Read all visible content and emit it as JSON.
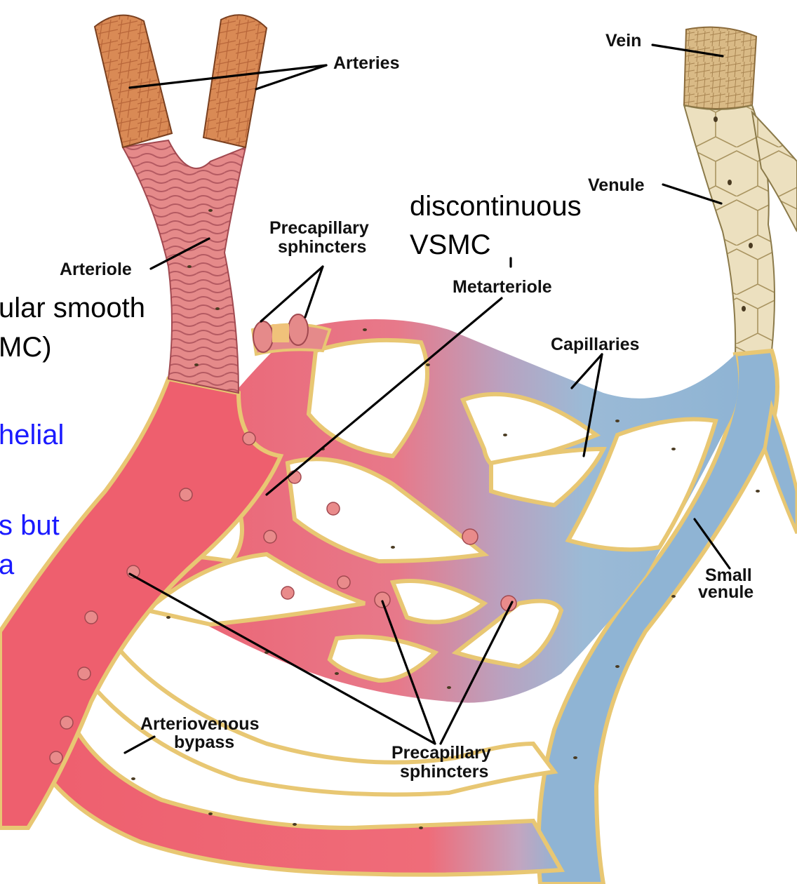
{
  "labels": {
    "arteries": "Arteries",
    "vein": "Vein",
    "venule": "Venule",
    "arteriole": "Arteriole",
    "precap_top_line1": "Precapillary",
    "precap_top_line2": "sphincters",
    "metarteriole": "Metarteriole",
    "capillaries": "Capillaries",
    "small_venule_line1": "Small",
    "small_venule_line2": "venule",
    "av_bypass_line1": "Arteriovenous",
    "av_bypass_line2": "bypass",
    "precap_bottom_line1": "Precapillary",
    "precap_bottom_line2": "sphincters"
  },
  "overlay_text": {
    "discontinuous": "discontinuous",
    "vsmc": "VSMC",
    "vsmc_bar": "|",
    "cut_line1": "ular smooth",
    "cut_line2": "MC)",
    "cut_blue1": "helial",
    "cut_blue2": "s but",
    "cut_blue3": "a"
  },
  "colors": {
    "artery_wall": "#d98a55",
    "arteriole_muscle": "#e58a8a",
    "arterial_blood": "#ee5f6e",
    "venous_blood": "#8fb4d4",
    "vein_wall": "#e6d2a6",
    "endothelium": "#f2d98c",
    "overlay_blue": "#1a1aff"
  }
}
